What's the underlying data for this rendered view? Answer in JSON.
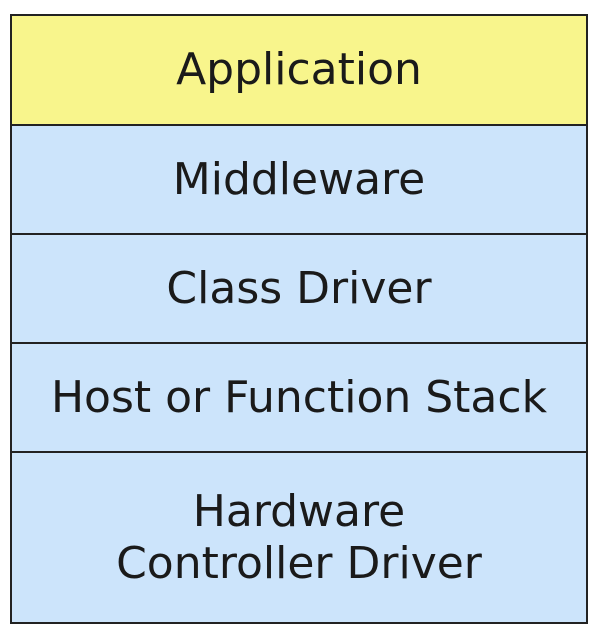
{
  "colors": {
    "application": "#f8f58c",
    "lower_layers": "#cce4fb",
    "border": "#222222"
  },
  "layers": [
    {
      "label": "Application"
    },
    {
      "label": "Middleware"
    },
    {
      "label": "Class Driver"
    },
    {
      "label": "Host or Function Stack"
    },
    {
      "label": "Hardware\nController Driver"
    }
  ]
}
